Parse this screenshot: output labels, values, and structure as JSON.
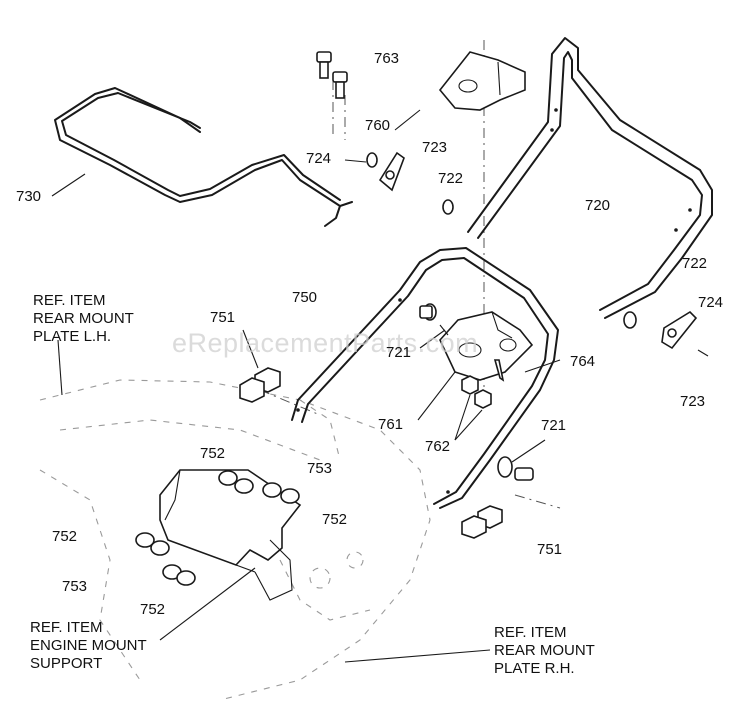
{
  "watermark": "eReplacementParts.com",
  "callouts": {
    "p763": "763",
    "p760": "760",
    "p724a": "724",
    "p723a": "723",
    "p722a": "722",
    "p730": "730",
    "p720": "720",
    "p722b": "722",
    "p724b": "724",
    "p723b": "723",
    "p750": "750",
    "p751a": "751",
    "p721a": "721",
    "p764": "764",
    "p761": "761",
    "p762": "762",
    "p721b": "721",
    "p751b": "751",
    "p752a": "752",
    "p753a": "753",
    "p752b": "752",
    "p752c": "752",
    "p753b": "753",
    "p752d": "752"
  },
  "references": {
    "rear_lh": [
      "REF. ITEM",
      "REAR MOUNT",
      "PLATE L.H."
    ],
    "engine": [
      "REF. ITEM",
      "ENGINE MOUNT",
      "SUPPORT"
    ],
    "rear_rh": [
      "REF. ITEM",
      "REAR MOUNT",
      "PLATE R.H."
    ]
  }
}
